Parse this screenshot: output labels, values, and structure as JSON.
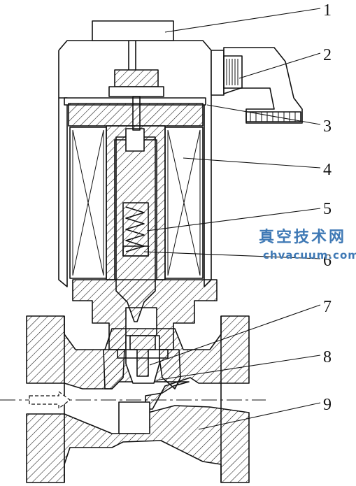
{
  "figure": {
    "callouts": [
      {
        "id": "1",
        "text": "1"
      },
      {
        "id": "2",
        "text": "2"
      },
      {
        "id": "3",
        "text": "3"
      },
      {
        "id": "4",
        "text": "4"
      },
      {
        "id": "5",
        "text": "5"
      },
      {
        "id": "6",
        "text": "6"
      },
      {
        "id": "7",
        "text": "7"
      },
      {
        "id": "8",
        "text": "8"
      },
      {
        "id": "9",
        "text": "9"
      }
    ],
    "watermark": {
      "chinese": "真空技术网",
      "latin": "chvacuum.com",
      "color": "#3f79b5"
    },
    "flow_arrow_icon": "flow-direction-arrow-icon"
  }
}
